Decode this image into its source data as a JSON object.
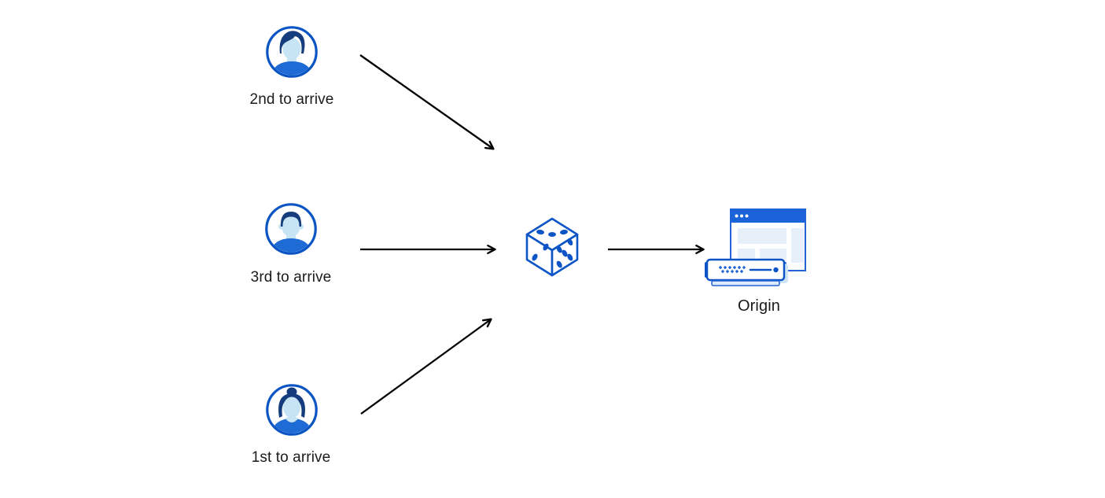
{
  "diagram": {
    "users": [
      {
        "id": "user-2nd",
        "label": "2nd to arrive",
        "icon": "user-male-swept-hair-avatar-icon"
      },
      {
        "id": "user-3rd",
        "label": "3rd to arrive",
        "icon": "user-male-short-hair-avatar-icon"
      },
      {
        "id": "user-1st",
        "label": "1st to arrive",
        "icon": "user-female-bun-avatar-icon"
      }
    ],
    "randomizer": {
      "id": "dice",
      "icon": "dice-icon",
      "dice_pips": {
        "top_face": 3,
        "left_face": 2,
        "right_face": 5
      }
    },
    "origin": {
      "id": "origin",
      "label": "Origin",
      "icon": "origin-server-icon",
      "parts": [
        "browser-window-icon",
        "server-icon"
      ]
    },
    "connections": [
      {
        "from": "user-2nd",
        "to": "dice"
      },
      {
        "from": "user-3rd",
        "to": "dice"
      },
      {
        "from": "user-1st",
        "to": "dice"
      },
      {
        "from": "dice",
        "to": "origin"
      }
    ],
    "colors": {
      "accent_blue": "#0d55c6",
      "avatar_ring_blue": "#0b54c4",
      "shirt_blue": "#1e6bd6",
      "hair_navy": "#153c7c",
      "skin_light_blue": "#c7e4f4",
      "titlebar_blue": "#1b63d9",
      "window_border_blue": "#2263d8",
      "panel_light_blue": "#e7f0fa",
      "shadow_light_blue": "#cfe4f6",
      "base_light_blue": "#dceafa",
      "arrow_black": "#000000",
      "label_text": "#1b1b1d",
      "background": "#ffffff"
    }
  }
}
